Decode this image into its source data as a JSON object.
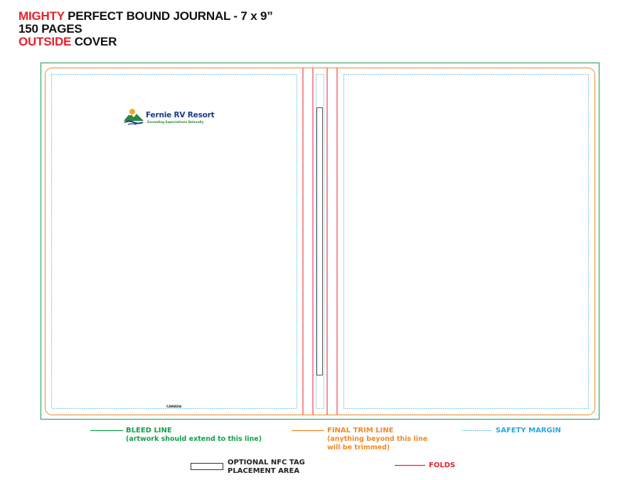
{
  "header": {
    "line1_highlight": "MIGHTY",
    "line1_rest": " PERFECT BOUND JOURNAL - 7 x 9”",
    "line2": "150 PAGES",
    "line3_highlight": "OUTSIDE",
    "line3_rest": " COVER"
  },
  "cover": {
    "logo": {
      "name": "Fernie RV Resort",
      "tagline": "Exceeding Expectations Naturally"
    },
    "back_text": "CANADA"
  },
  "legend": {
    "bleed": {
      "title": "BLEED LINE",
      "note": "(artwork should extend to this line)",
      "color": "#13a14b"
    },
    "trim": {
      "title": "FINAL TRIM LINE",
      "note1": "(anything beyond this line",
      "note2": "will be trimmed)",
      "color": "#f08a2a"
    },
    "safety": {
      "title": "SAFETY MARGIN",
      "color": "#2aa7df"
    },
    "nfc": {
      "title1": "OPTIONAL NFC TAG",
      "title2": "PLACEMENT AREA"
    },
    "folds": {
      "title": "FOLDS",
      "color": "#e8202a"
    }
  }
}
